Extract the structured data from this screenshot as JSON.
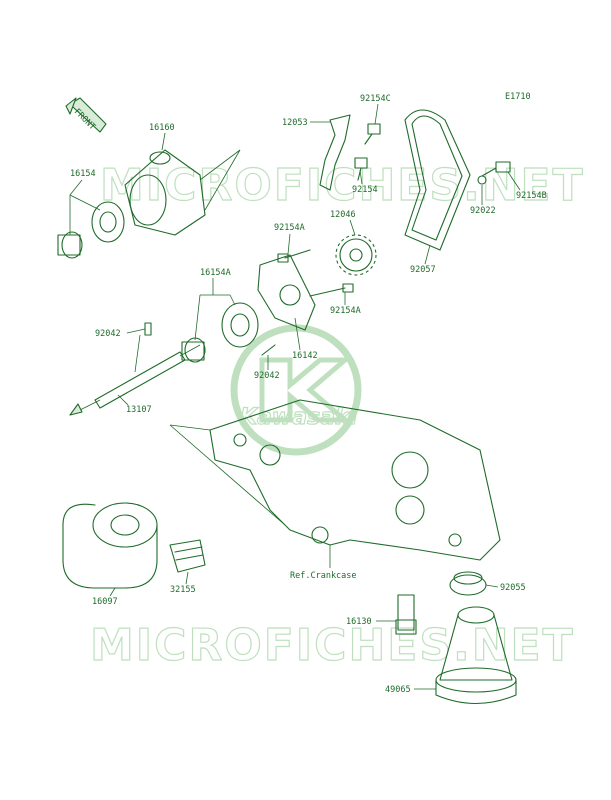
{
  "diagram_code": "E1710",
  "front_label": "FRONT",
  "watermarks": [
    "MICROFICHES.NET",
    "MICROFICHES.NET"
  ],
  "logo_text": "Kawasaki",
  "parts": [
    {
      "id": "16160"
    },
    {
      "id": "16154"
    },
    {
      "id": "12053"
    },
    {
      "id": "92154C"
    },
    {
      "id": "92154"
    },
    {
      "id": "12046"
    },
    {
      "id": "92154A"
    },
    {
      "id": "92022"
    },
    {
      "id": "92154B"
    },
    {
      "id": "92057"
    },
    {
      "id": "16154A"
    },
    {
      "id": "92154A"
    },
    {
      "id": "92042"
    },
    {
      "id": "16142"
    },
    {
      "id": "92042"
    },
    {
      "id": "13107"
    },
    {
      "id": "16097"
    },
    {
      "id": "32155"
    },
    {
      "id": "Ref.Crankcase"
    },
    {
      "id": "92055"
    },
    {
      "id": "16130"
    },
    {
      "id": "49065"
    }
  ],
  "colors": {
    "line": "#1f6b2a",
    "fill": "#d9ecd9",
    "watermark": "#bfe0bf"
  }
}
